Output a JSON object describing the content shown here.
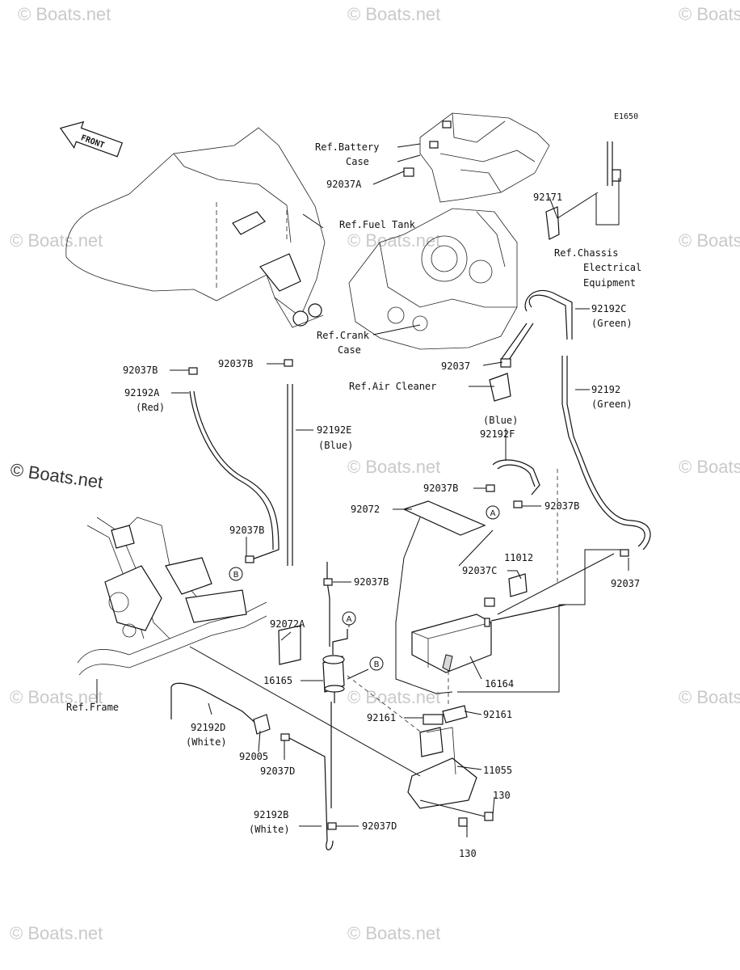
{
  "diagram_code": "E1650",
  "front_label": "FRONT",
  "watermarks": [
    "© Boats.net",
    "© Boats.net",
    "© Boats.net",
    "© Boats.net",
    "© Boats.net",
    "© Boats.net",
    "© Boats.net",
    "© Boats.net",
    "© Boats.net",
    "© Boats.net",
    "© Boats.net",
    "© Boats.net",
    "© Boats.net"
  ],
  "main_watermark": "© Boats.net",
  "refs": {
    "battery_case_1": "Ref.Battery",
    "battery_case_2": "Case",
    "fuel_tank": "Ref.Fuel Tank",
    "chassis_1": "Ref.Chassis",
    "chassis_2": "Electrical",
    "chassis_3": "Equipment",
    "crank_case_1": "Ref.Crank",
    "crank_case_2": "Case",
    "air_cleaner": "Ref.Air Cleaner",
    "frame": "Ref.Frame"
  },
  "parts": {
    "p92037A": "92037A",
    "p92171": "92171",
    "p92192C": "92192C",
    "p92192C_color": "(Green)",
    "p92037_top": "92037",
    "p92192": "92192",
    "p92192_color": "(Green)",
    "p92037B_1": "92037B",
    "p92037B_2": "92037B",
    "p92192A": "92192A",
    "p92192A_color": "(Red)",
    "p92192E": "92192E",
    "p92192E_color": "(Blue)",
    "p92192F_color": "(Blue)",
    "p92192F": "92192F",
    "p92037B_3": "92037B",
    "p92037B_4": "92037B",
    "p92072": "92072",
    "p92037B_5": "92037B",
    "p92037B_6": "92037B",
    "p11012": "11012",
    "p92037C": "92037C",
    "p92037_right": "92037",
    "p92072A": "92072A",
    "p16165": "16165",
    "p16164": "16164",
    "p92161_1": "92161",
    "p92161_2": "92161",
    "p11055": "11055",
    "p92192D": "92192D",
    "p92192D_color": "(White)",
    "p92005": "92005",
    "p92037D_1": "92037D",
    "p92192B": "92192B",
    "p92192B_color": "(White)",
    "p92037D_2": "92037D",
    "p130_1": "130",
    "p130_2": "130"
  },
  "callouts": {
    "A1": "A",
    "A2": "A",
    "B1": "B",
    "B2": "B"
  }
}
